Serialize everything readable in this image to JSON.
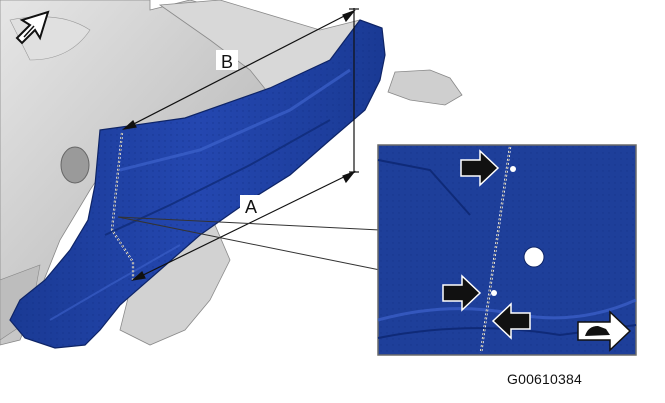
{
  "labels": {
    "dimension_a": "A",
    "dimension_b": "B"
  },
  "figure_code": "G00610384",
  "colors": {
    "panel_blue": "#1e3f9a",
    "panel_dark": "#122a6e",
    "background_part": "#cfcfcf",
    "inset_border": "#6a6a6a",
    "arrow": "#111111"
  },
  "icons": {
    "front_direction": "front-direction-arrow-icon",
    "vehicle_front": "vehicle-front-arrow-icon",
    "pointer": "black-pointer-arrow-icon"
  }
}
